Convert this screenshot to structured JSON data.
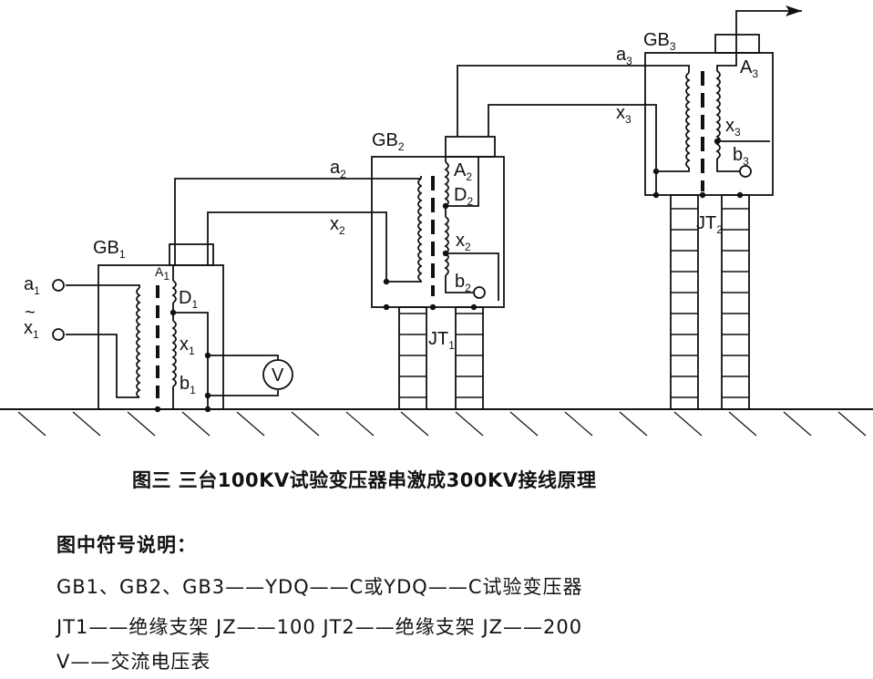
{
  "caption": "图三  三台100KV试验变压器串激成300KV接线原理",
  "legend": {
    "title": "图中符号说明：",
    "lines": [
      "GB1、GB2、GB3——YDQ——C或YDQ——C试验变压器",
      "JT1——绝缘支架  JZ——100  JT2——绝缘支架  JZ——200",
      "V——交流电压表"
    ]
  },
  "labels": {
    "gb1": {
      "main": "GB",
      "sub": "1"
    },
    "gb2": {
      "main": "GB",
      "sub": "2"
    },
    "gb3": {
      "main": "GB",
      "sub": "3"
    },
    "a1": {
      "main": "a",
      "sub": "1"
    },
    "tilde": "~",
    "x1": {
      "main": "x",
      "sub": "1"
    },
    "A1": {
      "main": "A",
      "sub": "1"
    },
    "D1": {
      "main": "D",
      "sub": "1"
    },
    "x1_sec": {
      "main": "x",
      "sub": "1"
    },
    "b1": {
      "main": "b",
      "sub": "1"
    },
    "V": "V",
    "a2": {
      "main": "a",
      "sub": "2"
    },
    "x2": {
      "main": "x",
      "sub": "2"
    },
    "A2": {
      "main": "A",
      "sub": "2"
    },
    "D2": {
      "main": "D",
      "sub": "2"
    },
    "x2_sec": {
      "main": "x",
      "sub": "2"
    },
    "b2": {
      "main": "b",
      "sub": "2"
    },
    "JT1": {
      "main": "JT",
      "sub": "1"
    },
    "a3": {
      "main": "a",
      "sub": "3"
    },
    "x3": {
      "main": "x",
      "sub": "3"
    },
    "A3": {
      "main": "A",
      "sub": "3"
    },
    "x3_sec": {
      "main": "x",
      "sub": "3"
    },
    "b3": {
      "main": "b",
      "sub": "3"
    },
    "JT2": {
      "main": "JT",
      "sub": "2"
    }
  }
}
